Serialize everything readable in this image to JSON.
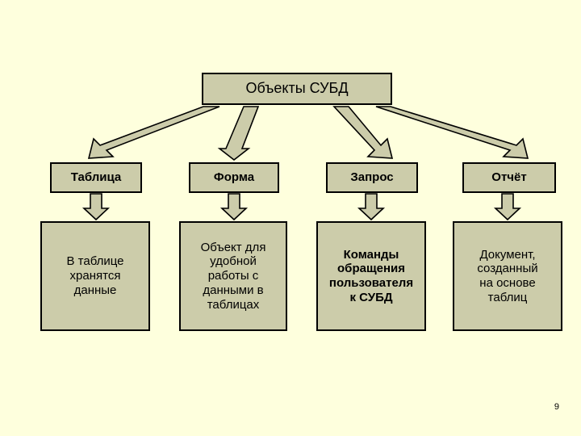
{
  "slide": {
    "background_color": "#feffdd",
    "box_fill_color": "#ccccaa",
    "box_border_color": "#000000",
    "title": "Объекты СУБД",
    "page_number": "9",
    "nodes": [
      {
        "label": "Таблица",
        "description": "В таблице\nхранятся\nданные"
      },
      {
        "label": "Форма",
        "description": "Объект для\nудобной\nработы с\nданными в\nтаблицах"
      },
      {
        "label": "Запрос",
        "description": "Команды\nобращения\nпользователя\nк СУБД"
      },
      {
        "label": "Отчёт",
        "description": "Документ,\nсозданный\nна основе\nтаблиц"
      }
    ]
  }
}
